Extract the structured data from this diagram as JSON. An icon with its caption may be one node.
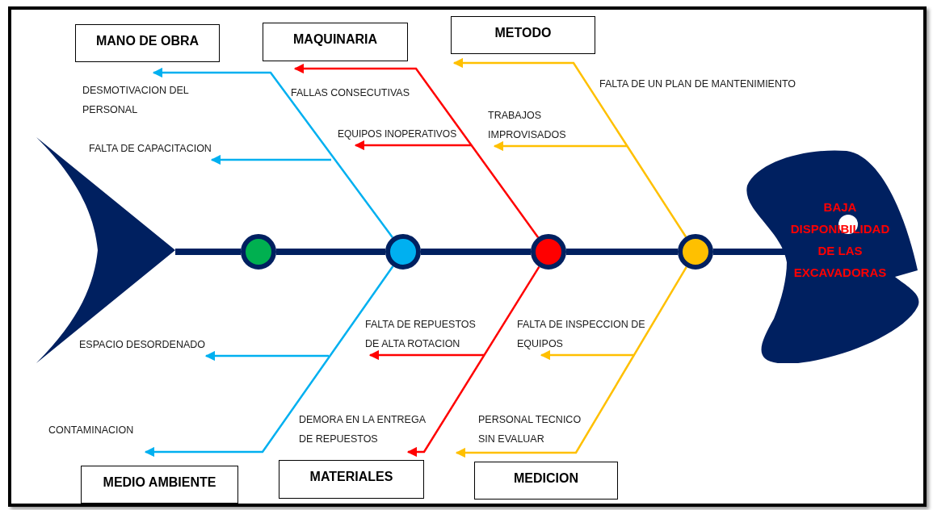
{
  "diagram": {
    "nodes": [
      {
        "text": [],
        "shape": "triangle"
      },
      {
        "text": [],
        "shape": "circle"
      },
      {
        "text": [],
        "shape": "circle"
      },
      {
        "text": [],
        "shape": "circle"
      },
      {
        "text": [],
        "shape": "circle"
      },
      {
        "text": [
          "BAJA DISPONIBILIDAD DE LAS EXCAVADORAS"
        ]
      },
      {
        "text": [
          "MANO DE OBRA"
        ]
      },
      {
        "text": [
          "MAQUINARIA"
        ]
      },
      {
        "text": [
          "METODO"
        ]
      },
      {
        "text": [
          "MEDIO AMBIENTE"
        ]
      },
      {
        "text": [
          "MATERIALES"
        ]
      },
      {
        "text": [
          "MEDICION"
        ]
      },
      {
        "text": [
          "DESMOTIVACION DEL PERSONAL"
        ]
      },
      {
        "text": [
          "FALTA DE CAPACITACION"
        ]
      },
      {
        "text": [
          "FALLAS CONSECUTIVAS"
        ]
      },
      {
        "text": [
          "EQUIPOS INOPERATIVOS"
        ]
      },
      {
        "text": [
          "FALTA DE UN PLAN DE MANTENIMIENTO"
        ]
      },
      {
        "text": [
          "TRABAJOS IMPROVISADOS"
        ]
      },
      {
        "text": [
          "ESPACIO DESORDENADO"
        ]
      },
      {
        "text": [
          "CONTAMINACION"
        ]
      },
      {
        "text": [
          "FALTA DE REPUESTOS DE ALTA ROTACION"
        ]
      },
      {
        "text": [
          "DEMORA EN LA ENTREGA DE REPUESTOS"
        ]
      },
      {
        "text": [
          "FALTA DE INSPECCION DE EQUIPOS"
        ]
      },
      {
        "text": [
          "PERSONAL TECNICO SIN EVALUAR"
        ]
      }
    ],
    "edges": [
      {
        "from": 0,
        "to": 1,
        "arrow": "none",
        "style": "thick",
        "color": "#002060"
      },
      {
        "from": 1,
        "to": 2,
        "arrow": "none",
        "style": "thick",
        "color": "#002060"
      },
      {
        "from": 2,
        "to": 3,
        "arrow": "none",
        "style": "thick",
        "color": "#002060"
      },
      {
        "from": 3,
        "to": 4,
        "arrow": "none",
        "style": "thick",
        "color": "#002060"
      },
      {
        "from": 4,
        "to": 5,
        "arrow": "none",
        "style": "thick",
        "color": "#002060"
      },
      {
        "from": 2,
        "to": 6,
        "arrow": "to",
        "color": "#00b0f0"
      },
      {
        "from": 2,
        "to": 9,
        "arrow": "to",
        "color": "#00b0f0"
      },
      {
        "from": 3,
        "to": 7,
        "arrow": "to",
        "color": "#ff0000"
      },
      {
        "from": 3,
        "to": 10,
        "arrow": "to",
        "color": "#ff0000"
      },
      {
        "from": 4,
        "to": 8,
        "arrow": "to",
        "color": "#ffc000"
      },
      {
        "from": 4,
        "to": 11,
        "arrow": "to",
        "color": "#ffc000"
      },
      {
        "from": null,
        "to": 13,
        "arrow": "to",
        "color": "#00b0f0"
      },
      {
        "from": null,
        "to": 18,
        "arrow": "to",
        "color": "#00b0f0"
      },
      {
        "from": null,
        "to": 15,
        "arrow": "to",
        "color": "#ff0000"
      },
      {
        "from": null,
        "to": 20,
        "arrow": "to",
        "color": "#ff0000"
      },
      {
        "from": null,
        "to": 17,
        "arrow": "to",
        "color": "#ffc000"
      },
      {
        "from": null,
        "to": 22,
        "arrow": "to",
        "color": "#ffc000"
      }
    ]
  }
}
